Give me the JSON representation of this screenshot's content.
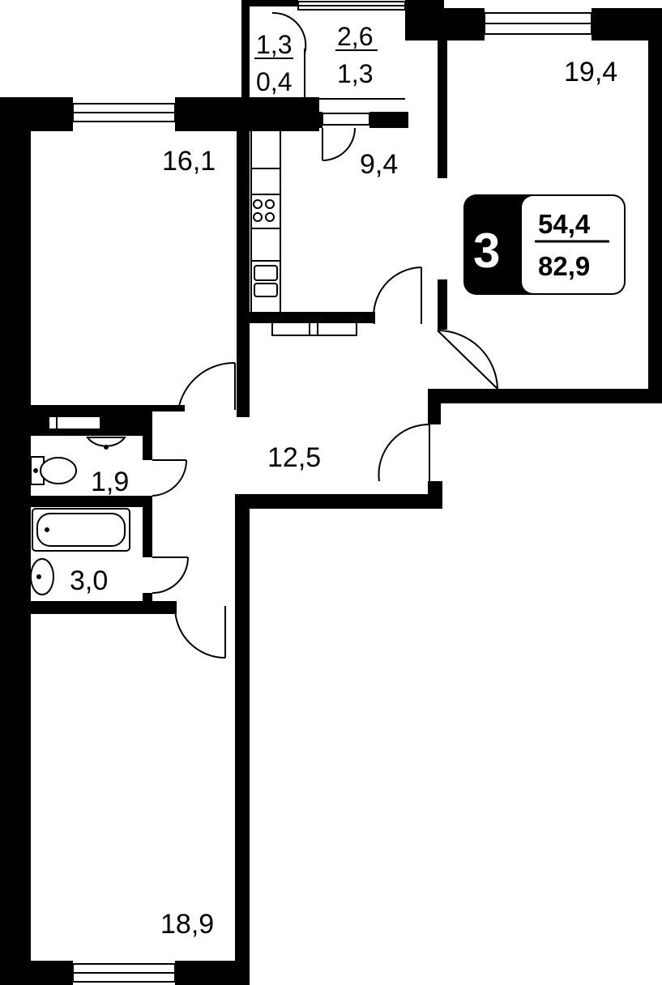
{
  "plan": {
    "room_count": "3",
    "living_area": "54.4",
    "total_area": "82.9",
    "rooms": {
      "bedroom_left_top": "16,1",
      "bedroom_right_top": "19,4",
      "kitchen": "9,4",
      "hallway": "12,5",
      "toilet": "1,9",
      "bathroom": "3,0",
      "bedroom_bottom": "18,9",
      "balcony_a_top": "1,3",
      "balcony_a_bottom": "0,4",
      "balcony_b_top": "2,6",
      "balcony_b_bottom": "1,3"
    }
  },
  "colors": {
    "wall": "#000000",
    "badge_dark": "#000000",
    "badge_light": "#ffffff"
  }
}
